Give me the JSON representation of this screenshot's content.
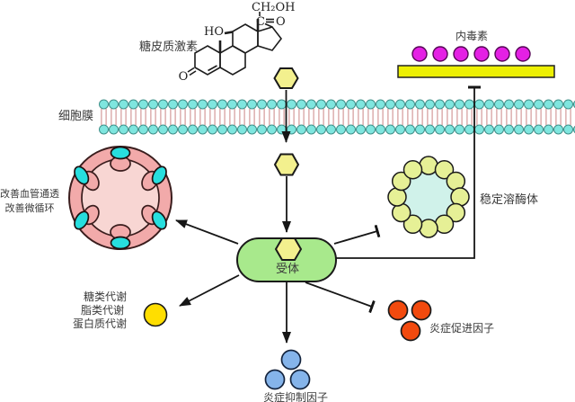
{
  "labels": {
    "hormone": "糖皮质激素",
    "membrane": "细胞膜",
    "endotoxin": "内毒素",
    "vessel_effect_line1": "改善血管通透",
    "vessel_effect_line2": "改善微循环",
    "lysosome_effect": "稳定溶酶体",
    "receptor": "受体",
    "metabolism_line1": "糖类代谢",
    "metabolism_line2": "脂类代谢",
    "metabolism_line3": "蛋白质代谢",
    "inflammation_inhibitor": "炎症抑制因子",
    "inflammation_promoter": "炎症促进因子"
  },
  "molecule_labels": {
    "ch2oh": "CH₂OH",
    "carbonyl_c": "C",
    "carbonyl_o": "O",
    "hydroxyl": "HO",
    "ketone_o": "O"
  },
  "colors": {
    "endotoxin_dot": "#e420e4",
    "endotoxin_bar": "#edf004",
    "membrane_head": "#7fe6df",
    "membrane_tail": "#d09090",
    "hormone_hexagon": "#f3f08e",
    "vessel_wall": "#f2aaaa",
    "vessel_lumen": "#f8d6d3",
    "vessel_nucleus": "#27dede",
    "lysosome_ring": "#e6f096",
    "lysosome_core": "#d0f2ea",
    "receptor_body": "#a8e98c",
    "metabolism_dot": "#ffde00",
    "inhibitor_dot": "#85b4ea",
    "promoter_dot": "#f24a0e"
  }
}
